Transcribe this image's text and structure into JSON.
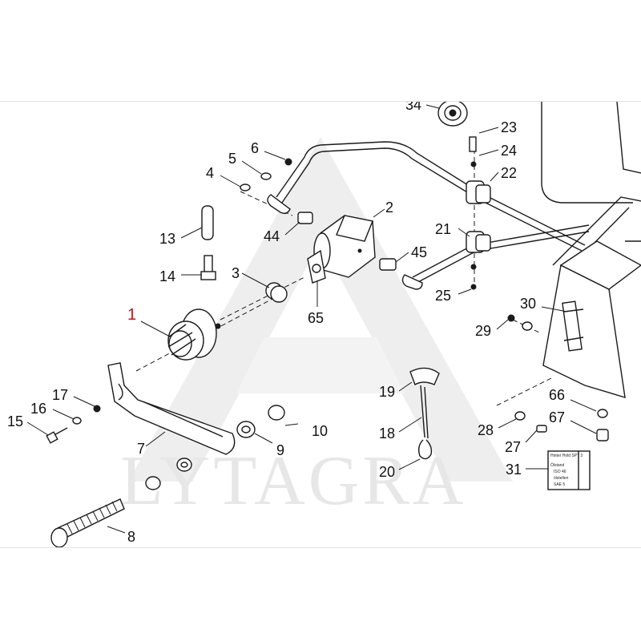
{
  "watermark": "LYTAGRA",
  "highlighted_part": "1",
  "callouts": {
    "p1": "1",
    "p2": "2",
    "p3": "3",
    "p4": "4",
    "p5": "5",
    "p6": "6",
    "p7": "7",
    "p8": "8",
    "p9": "9",
    "p10": "10",
    "p13": "13",
    "p14": "14",
    "p15": "15",
    "p16": "16",
    "p17": "17",
    "p18": "18",
    "p19": "19",
    "p20": "20",
    "p21": "21",
    "p22": "22",
    "p23": "23",
    "p24": "24",
    "p25": "25",
    "p27": "27",
    "p28": "28",
    "p29": "29",
    "p30": "30",
    "p31": "31",
    "p34": "34",
    "p44": "44",
    "p45": "45",
    "p65": "65",
    "p66": "66",
    "p67": "67"
  },
  "tag_card": {
    "line1": "Hinter Hold SPT 3",
    "line2": "Ölstand",
    "line3": "ISO 46",
    "line4": "ölstellen",
    "line5": "SAE 5"
  },
  "colors": {
    "highlight": "#c0151b",
    "line": "#1a1a1a",
    "watermark": "#e7e7e7"
  }
}
